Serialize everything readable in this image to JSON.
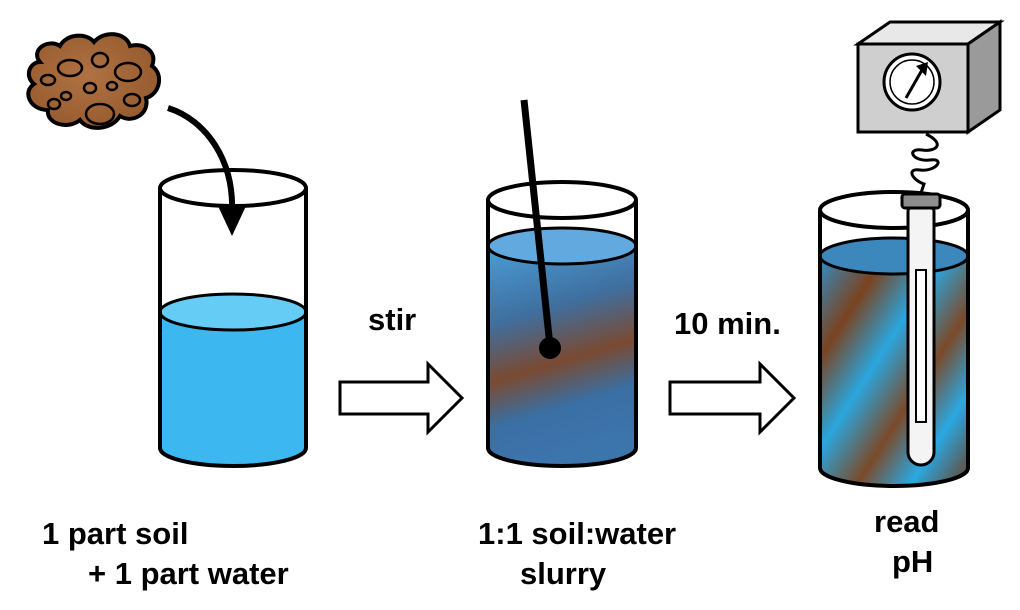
{
  "steps": [
    {
      "label_line1": "1 part soil",
      "label_line2": "+ 1 part water",
      "icon": "beaker-with-water-icon",
      "water_color": "#3cb7ef"
    },
    {
      "label_line1": "1:1 soil:water",
      "label_line2": "slurry",
      "icon": "beaker-with-slurry-and-stir-rod-icon"
    },
    {
      "label_line1": "read",
      "label_line2": "pH",
      "icon": "beaker-with-ph-meter-icon"
    }
  ],
  "arrows": [
    {
      "label": "stir",
      "icon": "right-arrow-icon"
    },
    {
      "label": "10 min.",
      "icon": "right-arrow-icon"
    }
  ],
  "icons": {
    "soil": "soil-clump-icon",
    "pour": "curved-pour-arrow-icon",
    "meter": "ph-meter-icon",
    "electrode": "ph-electrode-icon"
  },
  "colors": {
    "soil_brown": "#a8693a",
    "water_blue": "#3cb7ef",
    "slurry_blue": "#3e72a8",
    "slurry_brown": "#8a4a22",
    "meter_gray": "#d4d4d4"
  }
}
